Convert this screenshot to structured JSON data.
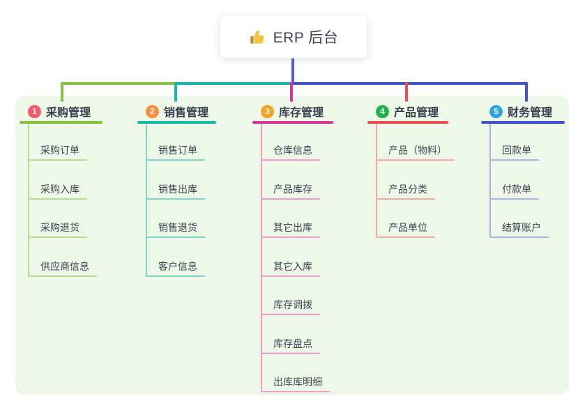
{
  "root": {
    "label": "ERP 后台",
    "icon": "thumbs-up-icon"
  },
  "canvas": {
    "background": "#ffffff",
    "panel_color": "#edf8e9"
  },
  "root_connector_color": "#5560d5",
  "branches": [
    {
      "number": "1",
      "label": "采购管理",
      "badge_color": "#f25b6d",
      "line_color": "#88c140",
      "child_line_color": "#b5db8b",
      "children": [
        "采购订单",
        "采购入库",
        "采购退货",
        "供应商信息"
      ]
    },
    {
      "number": "2",
      "label": "销售管理",
      "badge_color": "#f78e3d",
      "line_color": "#17b8ab",
      "child_line_color": "#7ed5c9",
      "children": [
        "销售订单",
        "销售出库",
        "销售退货",
        "客户信息"
      ]
    },
    {
      "number": "3",
      "label": "库存管理",
      "badge_color": "#f6a324",
      "line_color": "#d8359e",
      "child_line_color": "#f19bd0",
      "children": [
        "仓库信息",
        "产品库存",
        "其它出库",
        "其它入库",
        "库存调拨",
        "库存盘点",
        "出库库明细"
      ]
    },
    {
      "number": "4",
      "label": "产品管理",
      "badge_color": "#23b14f",
      "line_color": "#ef4d52",
      "child_line_color": "#f7aaa2",
      "children": [
        "产品（物料）",
        "产品分类",
        "产品单位"
      ]
    },
    {
      "number": "5",
      "label": "财务管理",
      "badge_color": "#2ea4e5",
      "line_color": "#4254cd",
      "child_line_color": "#a3b6e6",
      "children": [
        "回款单",
        "付款单",
        "结算账户"
      ]
    }
  ]
}
